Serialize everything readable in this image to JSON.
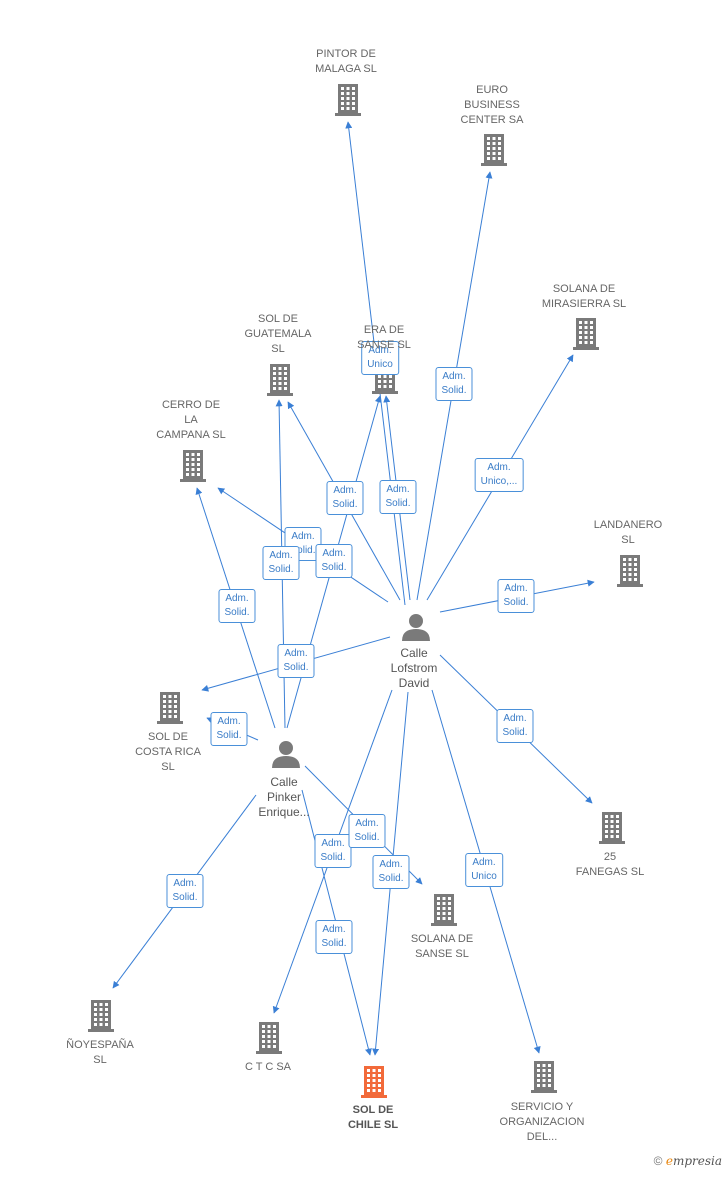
{
  "colors": {
    "edge": "#3a7fd5",
    "company": "#7a7a7a",
    "company_main": "#f26a3a",
    "person": "#7a7a7a"
  },
  "nodes": [
    {
      "id": "pintor",
      "type": "company",
      "label": [
        "PINTOR DE",
        "MALAGA  SL"
      ]
    },
    {
      "id": "euro",
      "type": "company",
      "label": [
        "EURO",
        "BUSINESS",
        "CENTER SA"
      ]
    },
    {
      "id": "solana_mira",
      "type": "company",
      "label": [
        "SOLANA DE",
        "MIRASIERRA SL"
      ]
    },
    {
      "id": "guatemala",
      "type": "company",
      "label": [
        "SOL DE",
        "GUATEMALA",
        "SL"
      ]
    },
    {
      "id": "era",
      "type": "company",
      "label": [
        "ERA DE",
        "SANSE  SL"
      ]
    },
    {
      "id": "campana",
      "type": "company",
      "label": [
        "CERRO DE",
        "LA",
        "CAMPANA  SL"
      ]
    },
    {
      "id": "landanero",
      "type": "company",
      "label": [
        "LANDANERO",
        "SL"
      ]
    },
    {
      "id": "lofstrom",
      "type": "person",
      "label": [
        "Calle",
        "Lofstrom",
        "David"
      ]
    },
    {
      "id": "costarica",
      "type": "company",
      "label": [
        "SOL DE",
        "COSTA RICA",
        "SL"
      ]
    },
    {
      "id": "pinker",
      "type": "person",
      "label": [
        "Calle",
        "Pinker",
        "Enrique..."
      ]
    },
    {
      "id": "fanegas",
      "type": "company",
      "label": [
        "25",
        "FANEGAS  SL"
      ]
    },
    {
      "id": "solana_sanse",
      "type": "company",
      "label": [
        "SOLANA DE",
        "SANSE  SL"
      ]
    },
    {
      "id": "noyespana",
      "type": "company",
      "label": [
        "ÑOYESPAÑA",
        "SL"
      ]
    },
    {
      "id": "ctc",
      "type": "company",
      "label": [
        "C T C SA"
      ]
    },
    {
      "id": "chile",
      "type": "company_main",
      "label": [
        "SOL DE",
        "CHILE  SL"
      ]
    },
    {
      "id": "servicio",
      "type": "company",
      "label": [
        "SERVICIO Y",
        "ORGANIZACION",
        "DEL..."
      ]
    }
  ],
  "edges": [
    {
      "from": "lofstrom",
      "to": "pintor",
      "label": [
        "Adm.",
        "Unico"
      ]
    },
    {
      "from": "lofstrom",
      "to": "euro",
      "label": [
        "Adm.",
        "Solid."
      ]
    },
    {
      "from": "lofstrom",
      "to": "solana_mira",
      "label": [
        "Adm.",
        "Unico,..."
      ]
    },
    {
      "from": "lofstrom",
      "to": "era",
      "label": [
        "Adm.",
        "Solid."
      ]
    },
    {
      "from": "lofstrom",
      "to": "guatemala",
      "label": [
        "Adm.",
        "Solid."
      ]
    },
    {
      "from": "lofstrom",
      "to": "campana",
      "label": [
        "Adm.",
        "Solid."
      ]
    },
    {
      "from": "lofstrom",
      "to": "landanero",
      "label": [
        "Adm.",
        "Solid."
      ]
    },
    {
      "from": "lofstrom",
      "to": "costarica",
      "label": [
        "Adm.",
        "Solid."
      ]
    },
    {
      "from": "lofstrom",
      "to": "fanegas",
      "label": [
        "Adm.",
        "Solid."
      ]
    },
    {
      "from": "lofstrom",
      "to": "servicio",
      "label": [
        "Adm.",
        "Unico"
      ]
    },
    {
      "from": "lofstrom",
      "to": "chile",
      "label": [
        "Adm.",
        "Solid."
      ]
    },
    {
      "from": "lofstrom",
      "to": "ctc",
      "label": [
        "Adm.",
        "Solid."
      ]
    },
    {
      "from": "pinker",
      "to": "era",
      "label": [
        "Adm.",
        "Solid."
      ]
    },
    {
      "from": "pinker",
      "to": "guatemala",
      "label": [
        "Adm.",
        "Solid."
      ]
    },
    {
      "from": "pinker",
      "to": "campana",
      "label": [
        "Adm.",
        "Solid."
      ]
    },
    {
      "from": "pinker",
      "to": "costarica",
      "label": [
        "Adm.",
        "Solid."
      ]
    },
    {
      "from": "pinker",
      "to": "solana_sanse",
      "label": [
        "Adm.",
        "Solid."
      ]
    },
    {
      "from": "pinker",
      "to": "chile",
      "label": [
        "Adm.",
        "Solid."
      ]
    },
    {
      "from": "pinker",
      "to": "noyespana",
      "label": [
        "Adm.",
        "Solid."
      ]
    }
  ],
  "footer": {
    "copyright": "©",
    "brand_initial": "e",
    "brand_rest": "mpresia"
  }
}
